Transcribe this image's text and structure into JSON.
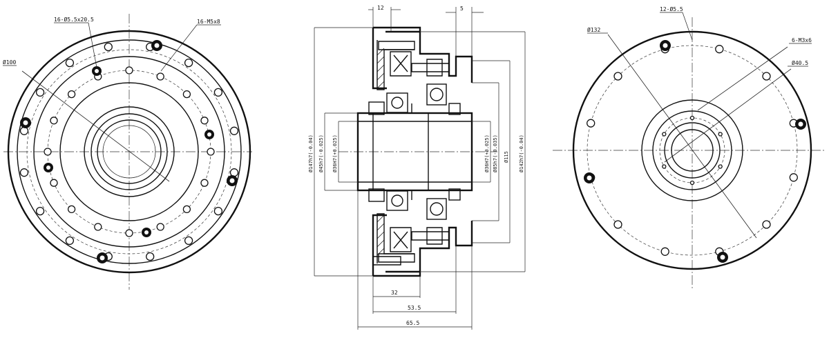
{
  "drawing": {
    "left_view": {
      "bolt_holes": "16-Ø5.5x20.5",
      "threads": "16-M5x8",
      "pcd": "Ø100"
    },
    "section_view": {
      "dim_top_left": "12",
      "dim_top_right": "5",
      "dim_bottom_1": "32",
      "dim_bottom_2": "53.5",
      "dim_bottom_3": "65.5",
      "dim_outer": "Ø147h7(-0.04)",
      "dim_flange": "Ø45h7(-0.025)",
      "dim_bore_left": "Ø36H7(+0.025)",
      "dim_bore_right": "Ø36H7(+0.025)",
      "dim_hub": "Ø85h7(-0.035)",
      "dim_pcd": "Ø115",
      "dim_right_outer": "Ø142h7(-0.04)"
    },
    "right_view": {
      "holes": "12-Ø5.5",
      "outer_dia": "Ø132",
      "threads": "6-M3x6",
      "inner_pcd": "Ø40.5"
    }
  }
}
